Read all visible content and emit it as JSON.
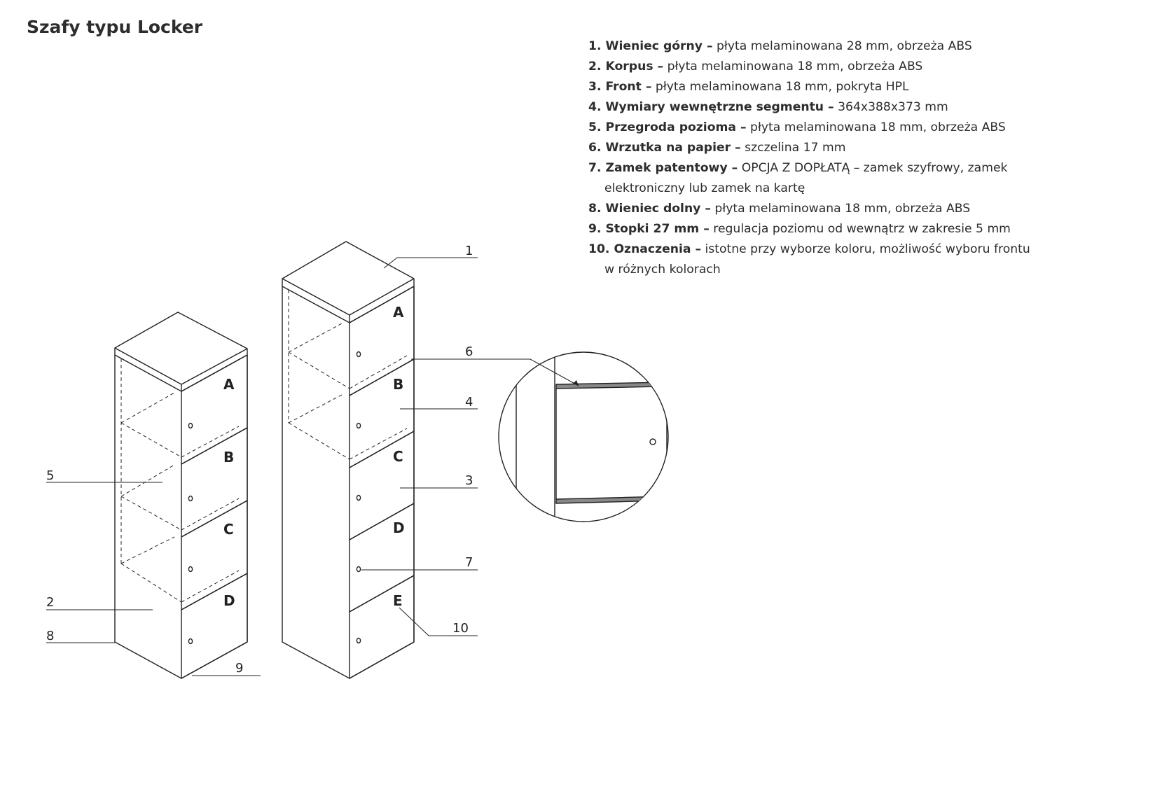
{
  "title": "Szafy typu Locker",
  "specs": [
    {
      "num": "1. ",
      "name": "Wieniec górny –",
      "desc": " płyta melaminowana 28 mm, obrzeża ABS",
      "cont": ""
    },
    {
      "num": "2. ",
      "name": "Korpus –",
      "desc": " płyta melaminowana 18 mm, obrzeża ABS",
      "cont": ""
    },
    {
      "num": "3. ",
      "name": "Front –",
      "desc": " płyta melaminowana 18 mm, pokryta HPL",
      "cont": ""
    },
    {
      "num": "4. ",
      "name": "Wymiary wewnętrzne segmentu –",
      "desc": " 364x388x373 mm",
      "cont": ""
    },
    {
      "num": "5. ",
      "name": "Przegroda pozioma –",
      "desc": " płyta melaminowana 18 mm, obrzeża ABS",
      "cont": ""
    },
    {
      "num": "6. ",
      "name": "Wrzutka na papier –",
      "desc": " szczelina 17 mm",
      "cont": ""
    },
    {
      "num": "7. ",
      "name": "Zamek patentowy –",
      "desc": " OPCJA Z DOPŁATĄ – zamek szyfrowy, zamek",
      "cont": "elektroniczny lub zamek na kartę"
    },
    {
      "num": "8. ",
      "name": "Wieniec dolny –",
      "desc": " płyta melaminowana 18 mm, obrzeża ABS",
      "cont": ""
    },
    {
      "num": "9. ",
      "name": "Stopki 27 mm –",
      "desc": " regulacja poziomu od wewnątrz w zakresie 5 mm",
      "cont": ""
    },
    {
      "num": "10. ",
      "name": "Oznaczenia –",
      "desc": " istotne przy wyborze koloru, możliwość wyboru frontu",
      "cont": "w różnych kolorach"
    }
  ],
  "callouts": [
    "1",
    "2",
    "3",
    "4",
    "5",
    "6",
    "7",
    "8",
    "9",
    "10"
  ],
  "locker_small": {
    "door_letters": [
      "A",
      "B",
      "C",
      "D"
    ]
  },
  "locker_tall": {
    "door_letters": [
      "A",
      "B",
      "C",
      "D",
      "E"
    ]
  }
}
